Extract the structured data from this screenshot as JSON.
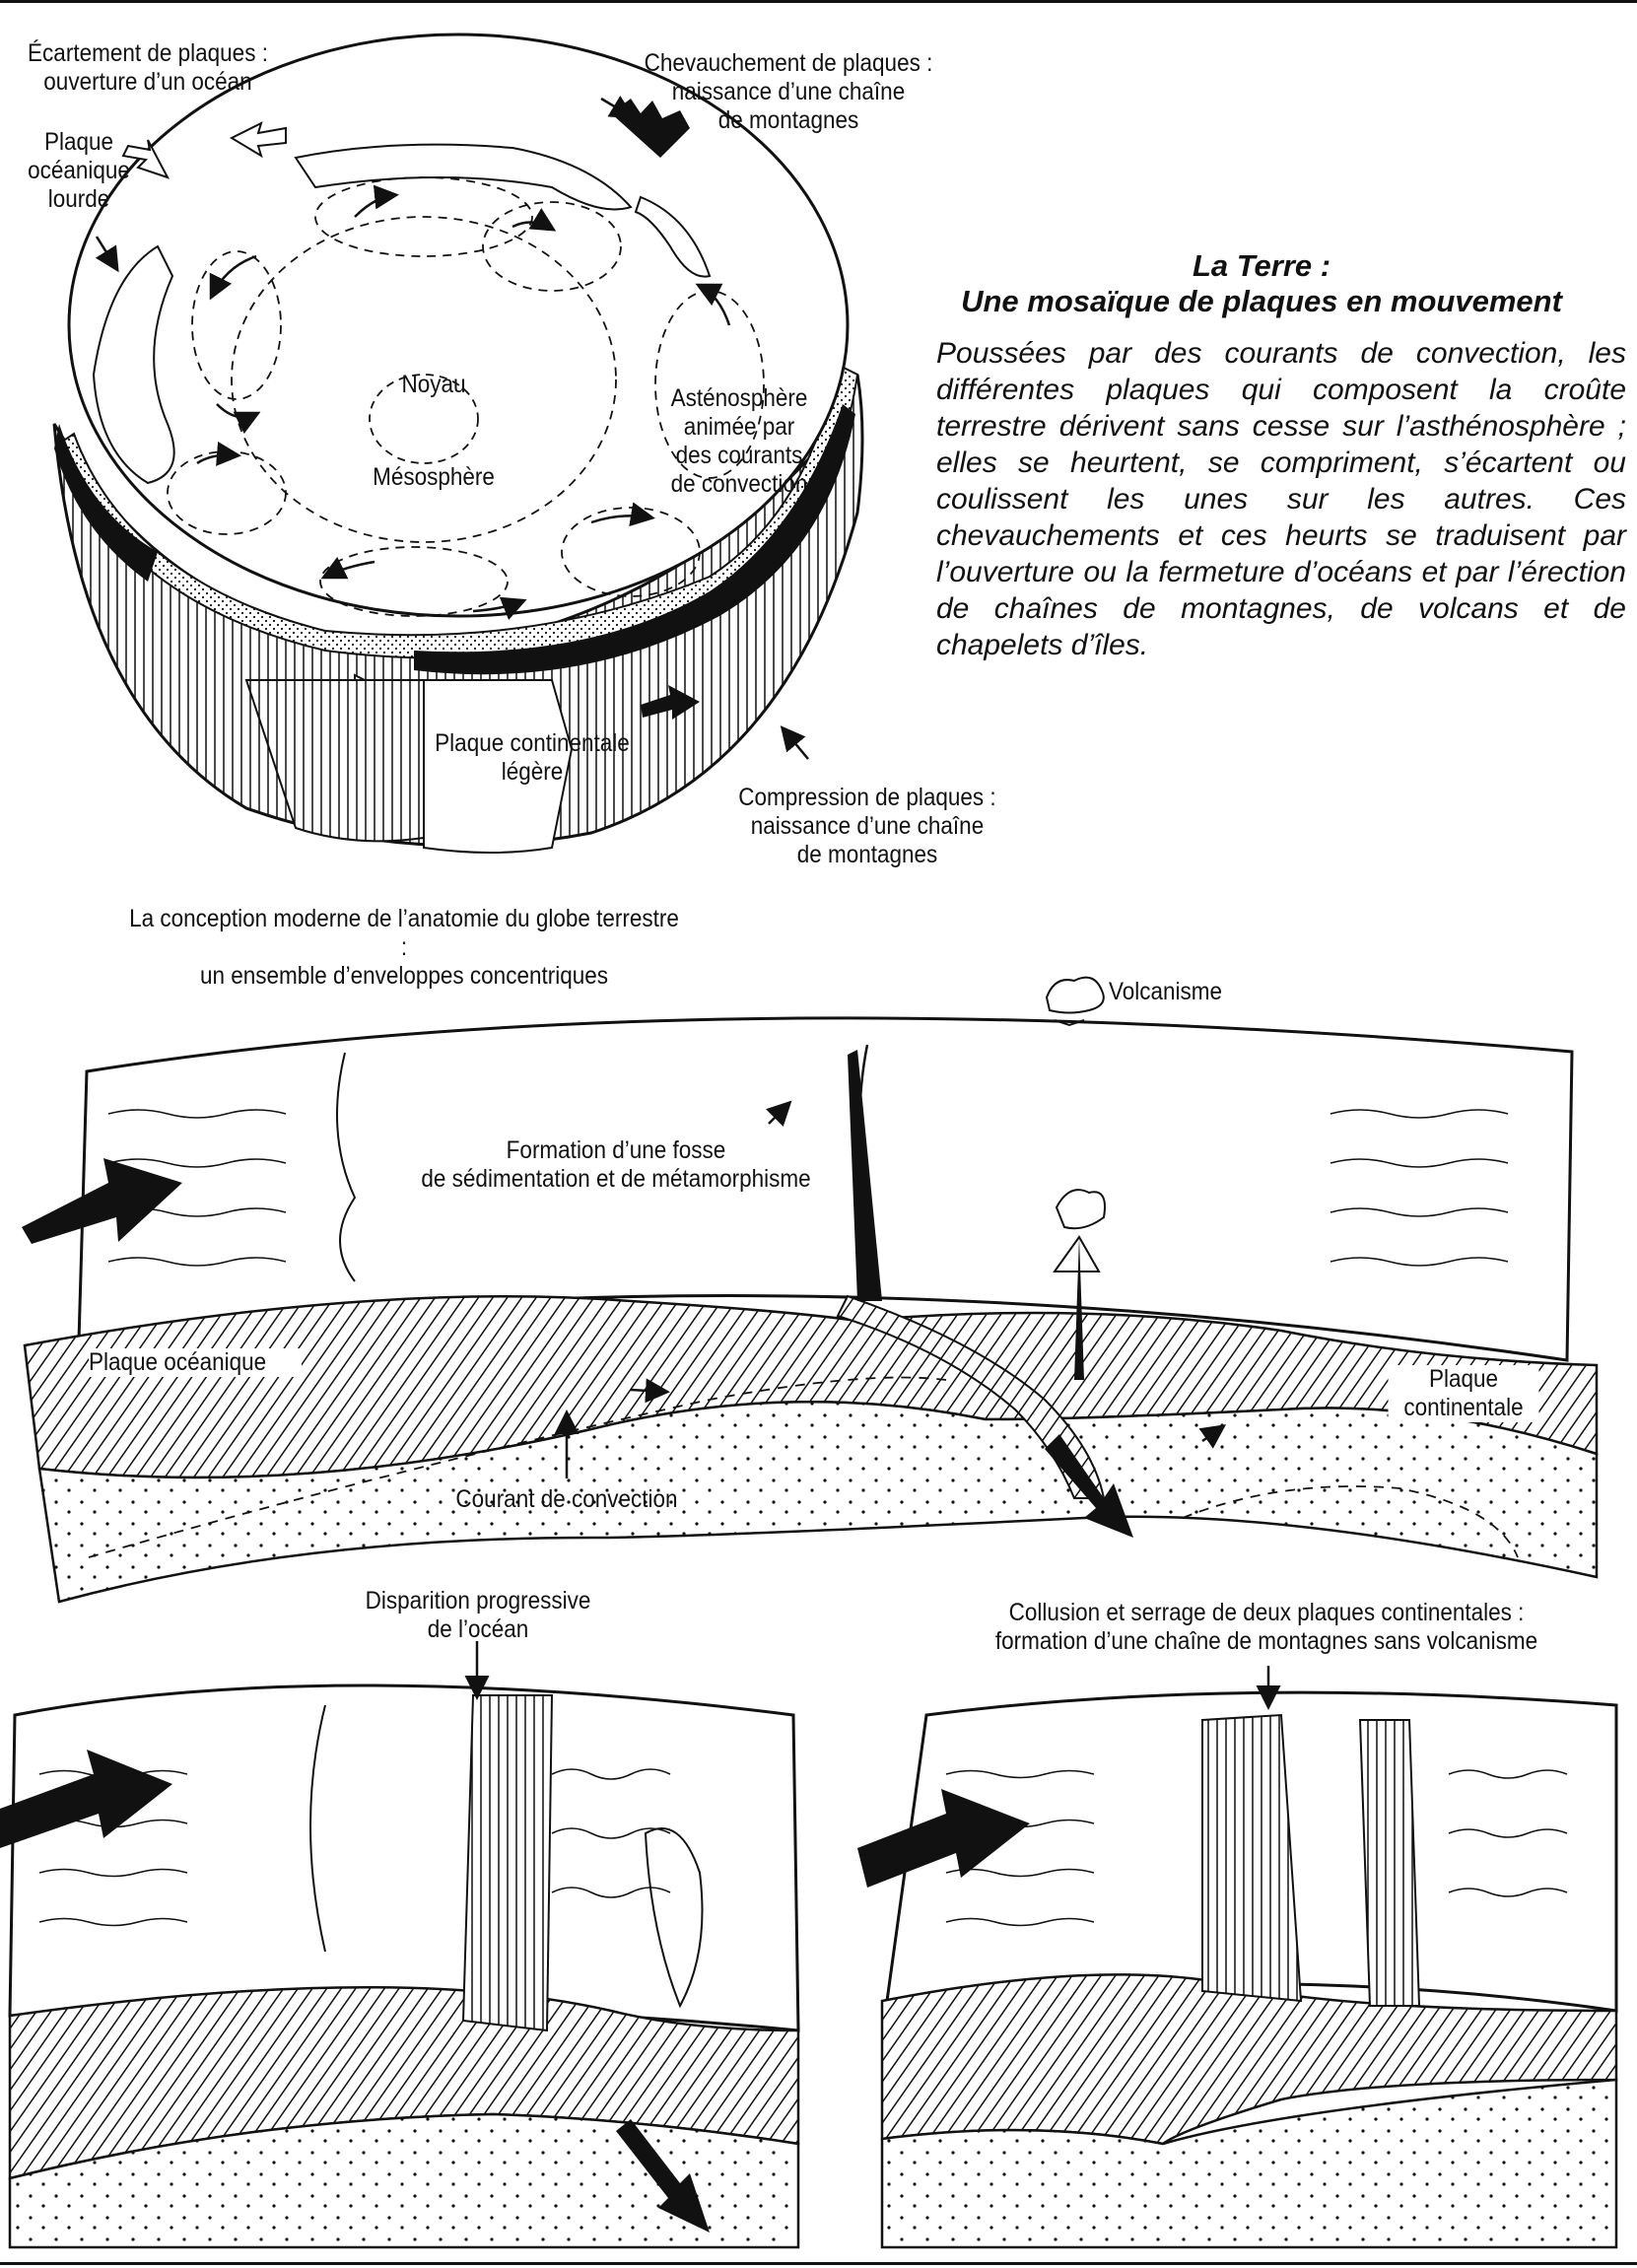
{
  "title_line1": "La Terre :",
  "title_line2": "Une mosaïque de plaques en mouvement",
  "paragraph": "Poussées par des courants de convection, les différentes plaques qui composent la croûte terrestre dérivent sans cesse sur l’asthénosphère ; elles se heurtent, se compriment, s’écartent ou coulissent les unes sur les autres. Ces chevauchements et ces heurts se traduisent par l’ouverture ou la fermeture d’océans et par l’érection de chaînes de montagnes, de volcans et de chapelets d’îles.",
  "globe": {
    "ecartement_1": "Écartement de plaques :",
    "ecartement_2": "ouverture d’un océan",
    "chevauchement_1": "Chevauchement de plaques :",
    "chevauchement_2": "naissance d’une chaîne",
    "chevauchement_3": "de montagnes",
    "plaque_oceanique_1": "Plaque",
    "plaque_oceanique_2": "océanique",
    "plaque_oceanique_3": "lourde",
    "noyau": "Noyau",
    "mesosphere": "Mésosphère",
    "astheno_1": "Asténosphère",
    "astheno_2": "animée par",
    "astheno_3": "des courants",
    "astheno_4": "de convection",
    "continentale_1": "Plaque continentale",
    "continentale_2": "légère",
    "compression_1": "Compression de plaques :",
    "compression_2": "naissance d’une chaîne",
    "compression_3": "de montagnes",
    "caption_1": "La conception moderne de l’anatomie du globe terrestre :",
    "caption_2": "un ensemble d’enveloppes concentriques"
  },
  "block": {
    "volcanisme": "Volcanisme",
    "fosse_1": "Formation d’une fosse",
    "fosse_2": "de sédimentation et de métamorphisme",
    "plaque_oceanique": "Plaque océanique",
    "plaque_continentale_1": "Plaque",
    "plaque_continentale_2": "continentale",
    "courant": "Courant de convection"
  },
  "bottom_left": {
    "label_1": "Disparition progressive",
    "label_2": "de l’océan"
  },
  "bottom_right": {
    "label_1": "Collusion et serrage de deux plaques continentales :",
    "label_2": "formation d’une chaîne de montagnes sans volcanisme"
  }
}
